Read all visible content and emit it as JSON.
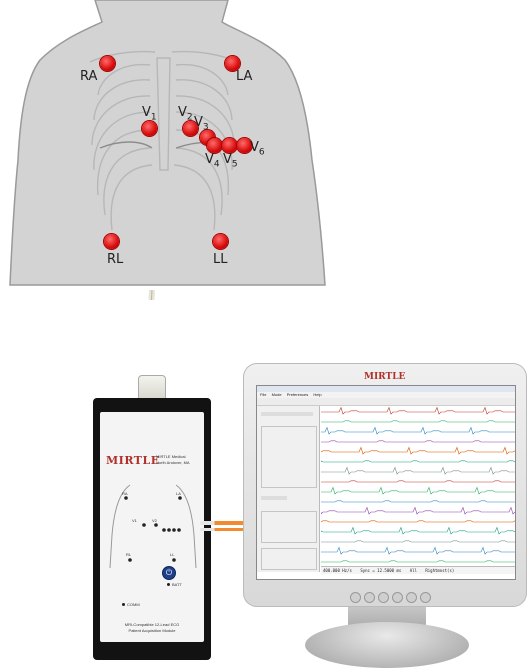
{
  "diagram": {
    "electrodes": [
      {
        "id": "RA",
        "label": "RA"
      },
      {
        "id": "LA",
        "label": "LA"
      },
      {
        "id": "V1",
        "label": "V",
        "sub": "1"
      },
      {
        "id": "V2",
        "label": "V",
        "sub": "2"
      },
      {
        "id": "V3",
        "label": "V",
        "sub": "3"
      },
      {
        "id": "V4",
        "label": "V",
        "sub": "4"
      },
      {
        "id": "V5",
        "label": "V",
        "sub": "5"
      },
      {
        "id": "V6",
        "label": "V",
        "sub": "6"
      },
      {
        "id": "RL",
        "label": "RL"
      },
      {
        "id": "LL",
        "label": "LL"
      }
    ]
  },
  "device": {
    "brand": "MIRTLE",
    "address_line1": "MIRTLE Medical",
    "address_line2": "North Andover, MA",
    "labels": {
      "ra": "RA",
      "la": "LA",
      "v1": "V1",
      "v2": "V2",
      "rl": "RL",
      "ll": "LL",
      "batt": "BATT",
      "comm": "COMM"
    },
    "footer_line1": "MRI-Compatible 12-Lead ECG",
    "footer_line2": "Patient Acquisition Module"
  },
  "monitor": {
    "brand": "MIRTLE",
    "menu": [
      "File",
      "Mode",
      "Preferences",
      "Help"
    ],
    "status_left": "400.000 Hz/s",
    "status_mid": "Sync = 12.5000 ms",
    "status_right": "All",
    "status_far": "Rightmost(s)",
    "trace_colors": [
      "#c0392b",
      "#27ae60",
      "#2e86c1",
      "#8e44ad",
      "#d35400",
      "#16a085",
      "#7f8c8d",
      "#c0392b",
      "#27ae60",
      "#2e86c1",
      "#8e44ad",
      "#d35400",
      "#16a085",
      "#7f8c8d",
      "#2e86c1",
      "#27ae60"
    ]
  }
}
